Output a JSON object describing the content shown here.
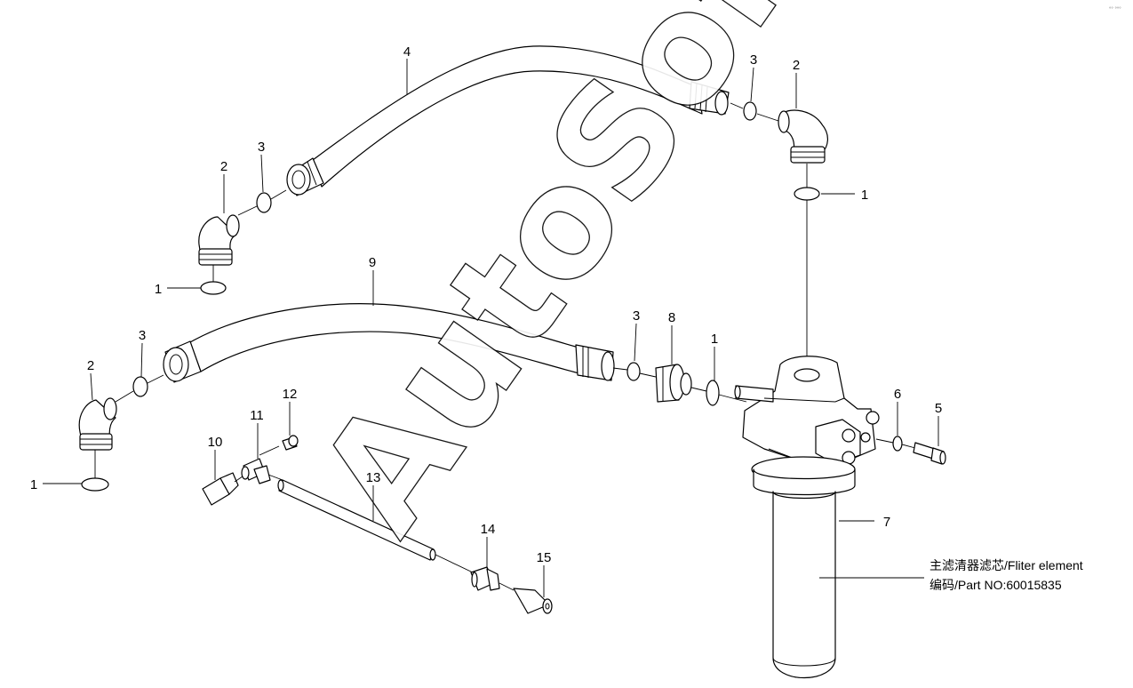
{
  "watermark": "AutoSoft",
  "corner_mark": "°° °°°",
  "caption": {
    "line1": "主滤清器滤芯/Fliter element",
    "line2": "编码/Part NO:60015835"
  },
  "callouts": [
    {
      "id": "c4",
      "text": "4"
    },
    {
      "id": "c3a",
      "text": "3"
    },
    {
      "id": "c2a",
      "text": "2"
    },
    {
      "id": "c1a",
      "text": "1"
    },
    {
      "id": "c3b",
      "text": "3"
    },
    {
      "id": "c2b",
      "text": "2"
    },
    {
      "id": "c1b",
      "text": "1"
    },
    {
      "id": "c9",
      "text": "9"
    },
    {
      "id": "c3c",
      "text": "3"
    },
    {
      "id": "c8",
      "text": "8"
    },
    {
      "id": "c1c",
      "text": "1"
    },
    {
      "id": "c3d",
      "text": "3"
    },
    {
      "id": "c2c",
      "text": "2"
    },
    {
      "id": "c1d",
      "text": "1"
    },
    {
      "id": "c12",
      "text": "12"
    },
    {
      "id": "c11",
      "text": "11"
    },
    {
      "id": "c10",
      "text": "10"
    },
    {
      "id": "c13",
      "text": "13"
    },
    {
      "id": "c14",
      "text": "14"
    },
    {
      "id": "c15",
      "text": "15"
    },
    {
      "id": "c6",
      "text": "6"
    },
    {
      "id": "c5",
      "text": "5"
    },
    {
      "id": "c7",
      "text": "7"
    }
  ]
}
